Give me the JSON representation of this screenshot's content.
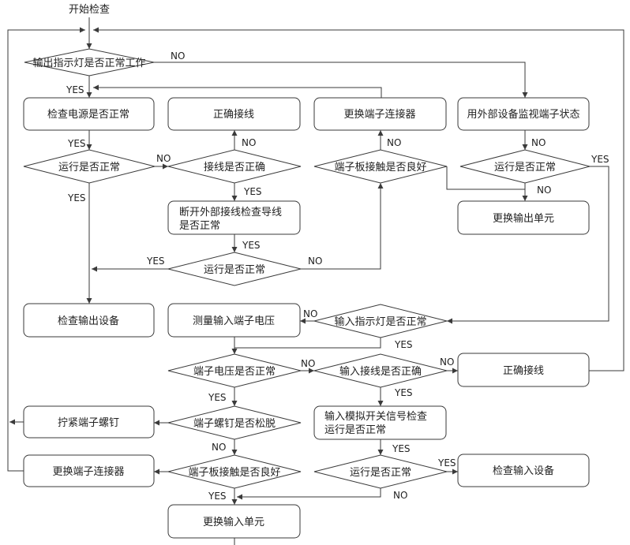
{
  "start_label": "开始检查",
  "nodes": {
    "check_output_indicator": "输出指示灯是否正常工作",
    "check_power": "检查电源是否正常",
    "correct_wiring_top": "正确接线",
    "replace_terminal_connector_top": "更换端子连接器",
    "monitor_terminal_state": "用外部设备监视端子状态",
    "run_ok_1": "运行是否正常",
    "wiring_correct": "接线是否正确",
    "terminal_contact_ok_top": "端子板接触是否良好",
    "run_ok_2": "运行是否正常",
    "disconnect_check_wires": [
      "断开外部接线检查导线",
      "是否正常"
    ],
    "replace_output_unit": "更换输出单元",
    "run_ok_3": "运行是否正常",
    "check_output_device": "检查输出设备",
    "measure_input_voltage": "测量输入端子电压",
    "input_indicator_ok": "输入指示灯是否正常",
    "terminal_voltage_ok": "端子电压是否正常",
    "input_wiring_correct": "输入接线是否正确",
    "correct_wiring_bottom": "正确接线",
    "tighten_terminal_screw": "拧紧端子螺钉",
    "terminal_screw_loose": "端子螺钉是否松脱",
    "input_switch_signal_check": [
      "输入模拟开关信号检查",
      "运行是否正常"
    ],
    "replace_terminal_connector_bottom": "更换端子连接器",
    "terminal_contact_ok_bottom": "端子板接触是否良好",
    "run_ok_4": "运行是否正常",
    "check_input_device": "检查输入设备",
    "replace_input_unit": "更换输入单元"
  },
  "edge_labels": {
    "yes": "YES",
    "no": "NO"
  }
}
